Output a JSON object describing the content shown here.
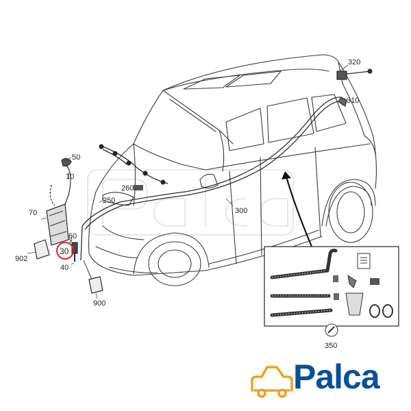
{
  "callouts": {
    "c320": "320",
    "c310": "310",
    "c50": "50",
    "c10": "10",
    "c260": "260",
    "c250": "250",
    "c300": "300",
    "c70": "70",
    "c60": "60",
    "c30": "30",
    "c902": "902",
    "c40": "40",
    "c900": "900",
    "c350": "350"
  },
  "logo": {
    "text": "Palca"
  },
  "colors": {
    "line": "#3a3a3a",
    "highlight": "#e0202a",
    "logo_blue": "#0a4f9e",
    "logo_orange": "#f0a020"
  }
}
